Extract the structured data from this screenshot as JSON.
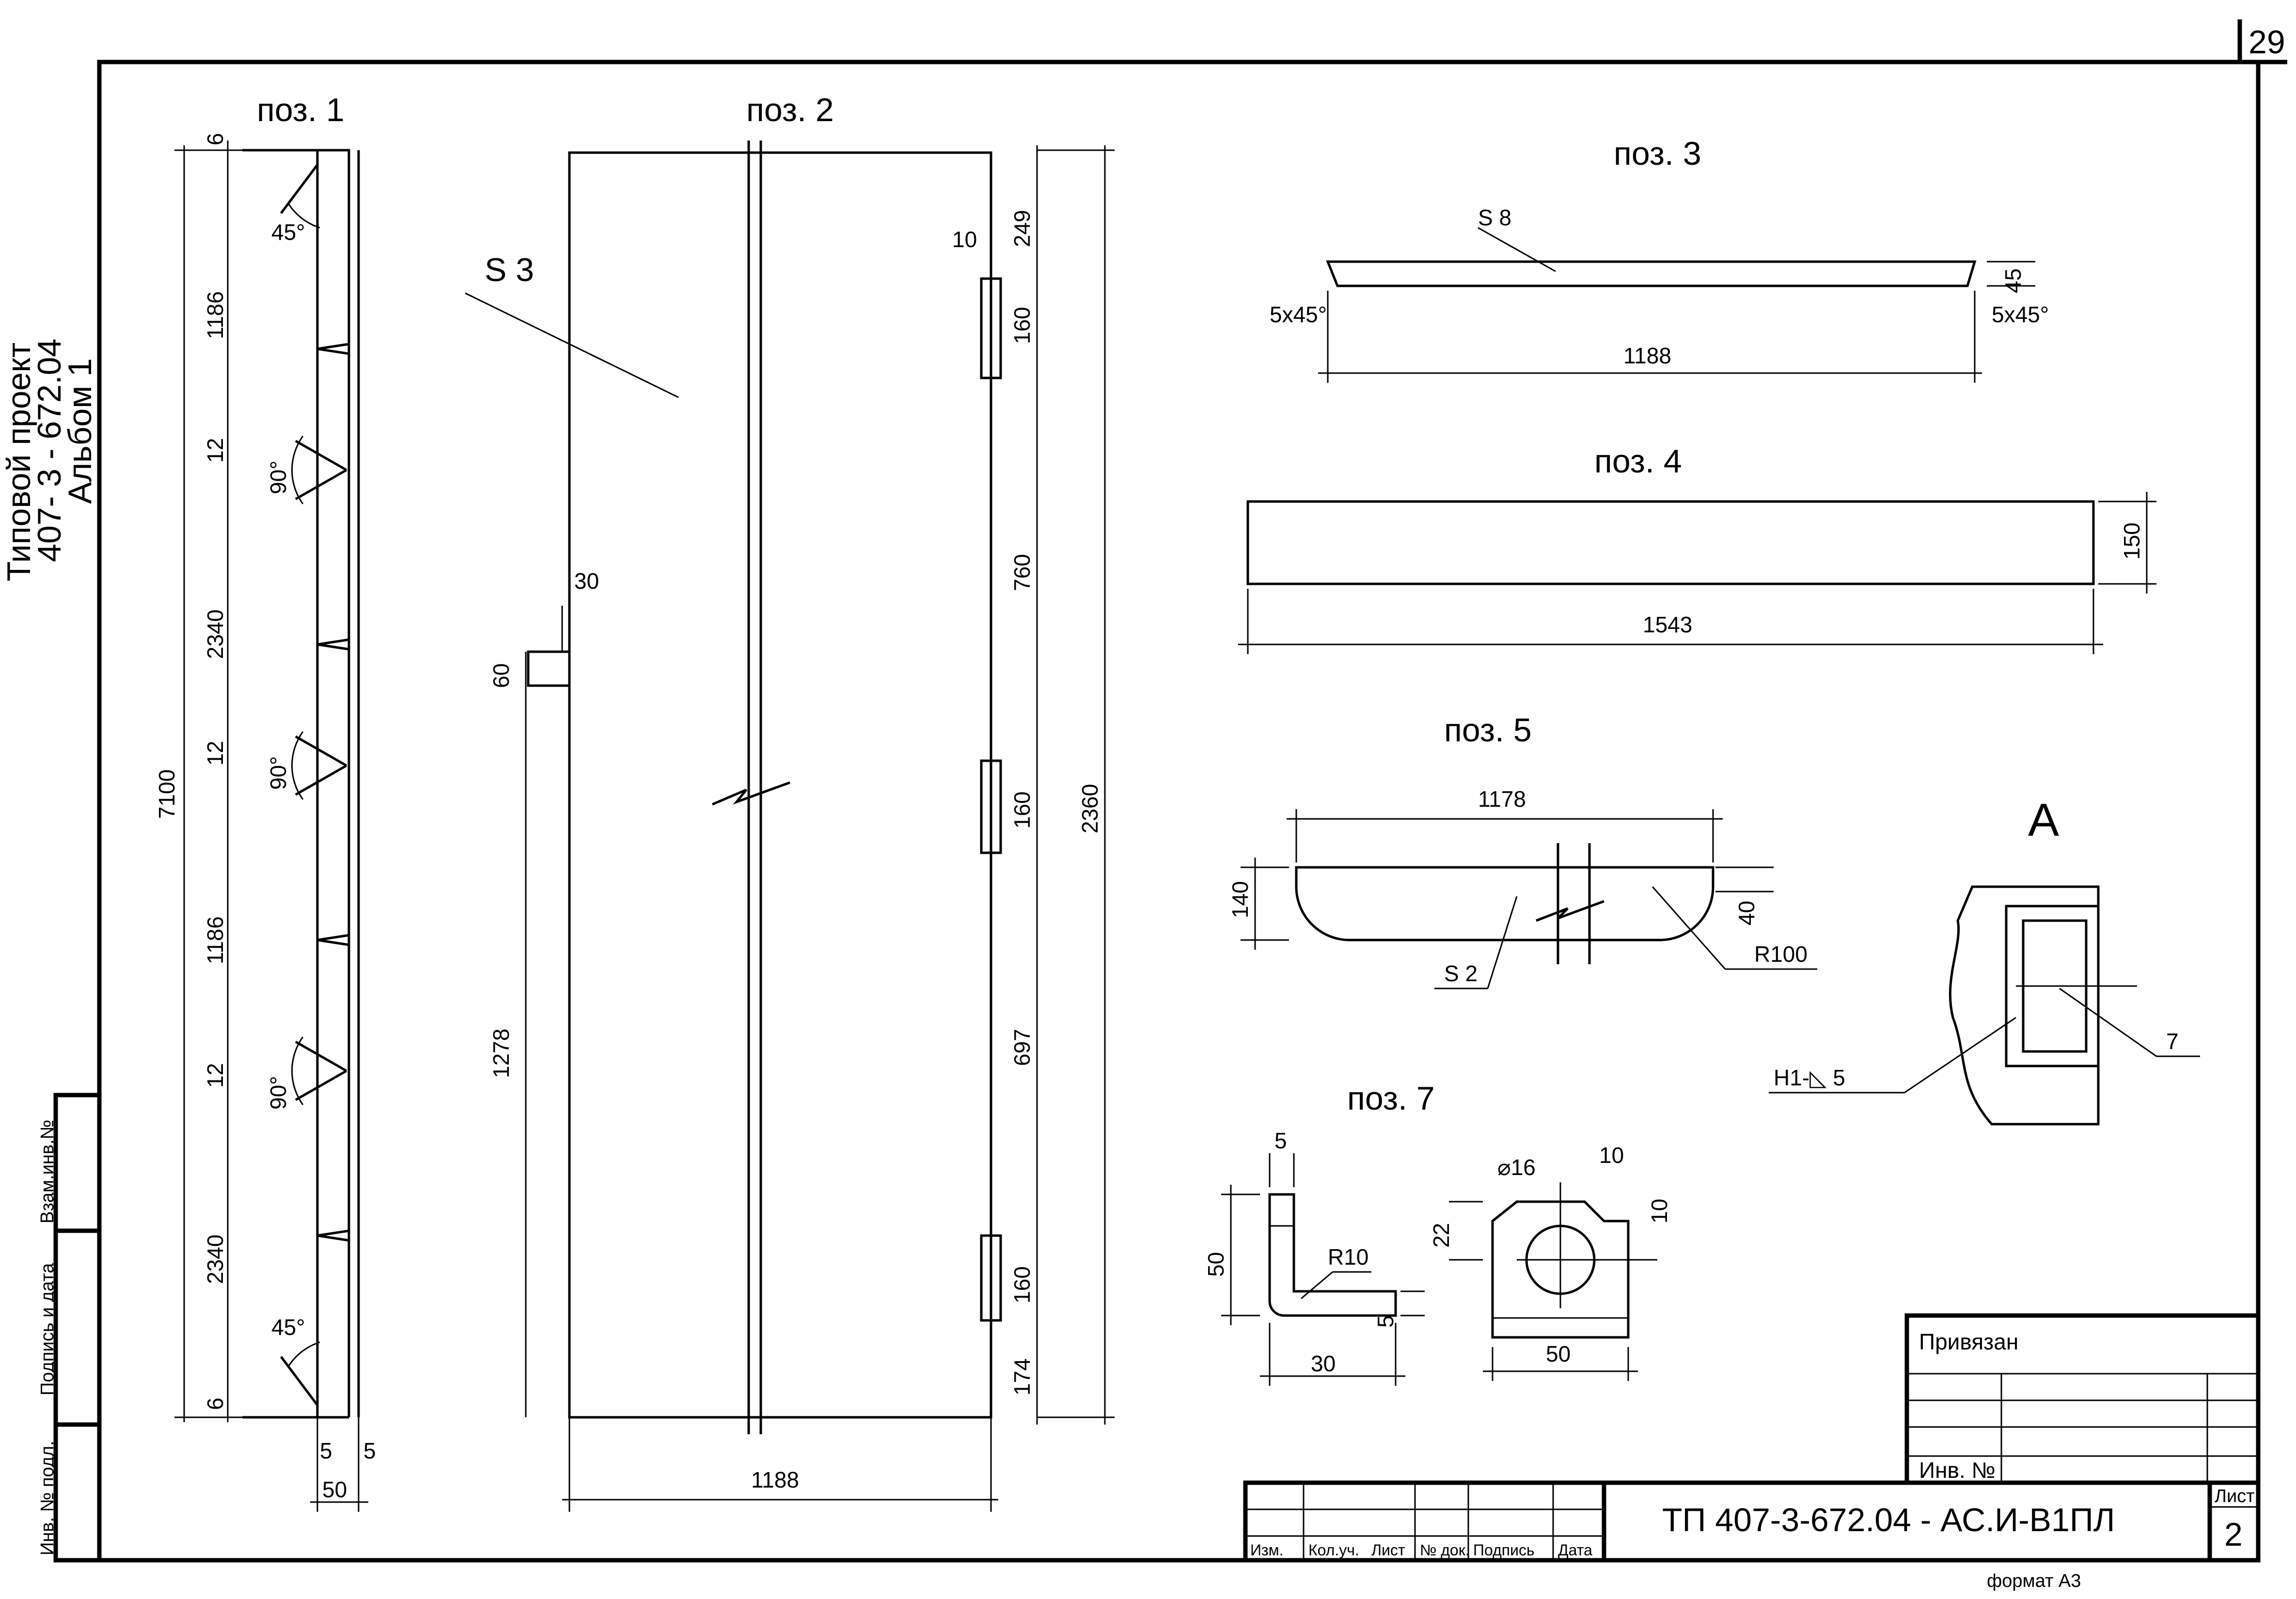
{
  "sheet": {
    "page_number": "29",
    "format_label": "формат А3",
    "side_labels": {
      "project_line1": "Типовой проект",
      "project_line2": "407- 3 - 672.04",
      "project_line3": "Альбом 1"
    },
    "left_stamp": {
      "vzam_inv": "Взам.инв.№",
      "podpis_data": "Подпись и дата",
      "inv_podl": "Инв. № подл."
    }
  },
  "views": {
    "pos1": {
      "title": "поз. 1",
      "total_height": "7100",
      "segments": [
        "6",
        "1186",
        "12",
        "2340",
        "12",
        "1186",
        "12",
        "2340",
        "6"
      ],
      "angles": [
        "45°",
        "90°",
        "90°",
        "90°",
        "45°"
      ],
      "bottom_dims": [
        "5",
        "5",
        "50"
      ]
    },
    "pos2": {
      "title": "поз. 2",
      "thickness": "S 3",
      "width": "1188",
      "height": "2360",
      "tab_width": "30",
      "tab_height": "60",
      "tab_offset": "1278",
      "edge_offset": "10",
      "right_segments": [
        "249",
        "160",
        "760",
        "160",
        "697",
        "160",
        "174"
      ]
    },
    "pos3": {
      "title": "поз. 3",
      "thickness": "S 8",
      "length": "1188",
      "height": "45",
      "chamfer_left": "5x45°",
      "chamfer_right": "5x45°"
    },
    "pos4": {
      "title": "поз. 4",
      "length": "1543",
      "height": "150"
    },
    "pos5": {
      "title": "поз. 5",
      "thickness": "S 2",
      "length": "1178",
      "height": "140",
      "radius": "R100",
      "inner_dim": "40"
    },
    "pos7": {
      "title": "поз. 7",
      "thickness_dim": "5",
      "height_dim": "50",
      "radius": "R10",
      "flange_dim": "5",
      "leg_dim": "30",
      "hole": "⌀16",
      "chamfer_h": "10",
      "chamfer_v": "10",
      "hole_offset": "22",
      "plate_width": "50"
    },
    "detailA": {
      "title": "А",
      "weld_label": "Н1-◺ 5",
      "callout": "7"
    }
  },
  "title_block": {
    "privyazan": "Привязан",
    "inv_no": "Инв. №",
    "code": "ТП   407-3-672.04 - АС.И-В1ПЛ",
    "sheet_label": "Лист",
    "sheet_no": "2",
    "columns": [
      "Изм.",
      "Кол.уч.",
      "Лист",
      "№ док.",
      "Подпись",
      "Дата"
    ]
  }
}
